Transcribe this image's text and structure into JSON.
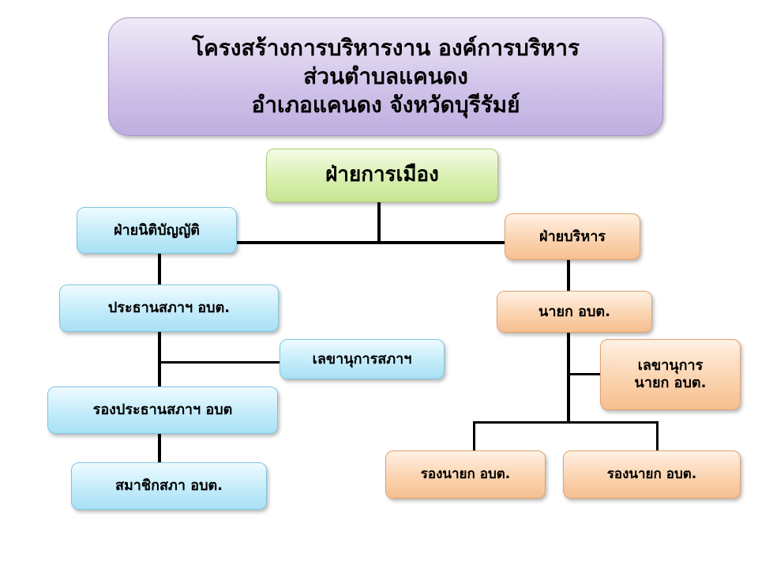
{
  "title": {
    "line1": "โครงสร้างการบริหารงาน องค์การบริหาร",
    "line2": "ส่วนตำบลแคนดง",
    "line3": "อำเภอแคนดง จังหวัดบุรีรัมย์"
  },
  "nodes": {
    "political": "ฝ่ายการเมือง",
    "legislative": "ฝ่ายนิติบัญญัติ",
    "council_president": "ประธานสภาฯ อบต.",
    "council_secretary": "เลขานุการสภาฯ",
    "council_vice_president": "รองประธานสภาฯ อบต",
    "council_member": "สมาชิกสภา อบต.",
    "executive": "ฝ่ายบริหาร",
    "mayor": "นายก อบต.",
    "mayor_secretary_line1": "เลขานุการ",
    "mayor_secretary_line2": "นายก อบต.",
    "deputy_mayor_1": "รองนายก อบต.",
    "deputy_mayor_2": "รองนายก อบต."
  },
  "colors": {
    "title": "#d2c5ea",
    "political": "#d9efb0",
    "legislative": "#c4ecfa",
    "executive": "#fbd4b0"
  }
}
